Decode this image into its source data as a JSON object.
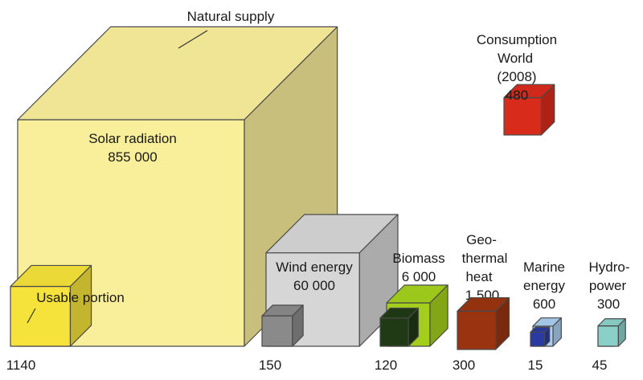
{
  "annotations": {
    "natural_supply": "Natural supply",
    "usable_portion": "Usable portion"
  },
  "consumption": {
    "lines": [
      "Consumption",
      "World",
      "(2008)",
      "480"
    ],
    "value": 480,
    "color": "#d92b1c"
  },
  "sources": [
    {
      "id": "solar",
      "label_lines": [
        "Solar radiation",
        "855 000"
      ],
      "supply": 855000,
      "usable": 1140,
      "usable_label": "1140",
      "color": "#f9ef9a",
      "usable_color": "#f5e23a"
    },
    {
      "id": "wind",
      "label_lines": [
        "Wind energy",
        "60 000"
      ],
      "supply": 60000,
      "usable": 150,
      "usable_label": "150",
      "color": "#d6d6d6",
      "usable_color": "#8a8a8a"
    },
    {
      "id": "biomass",
      "label_lines": [
        "Biomass",
        "6 000"
      ],
      "supply": 6000,
      "usable": 120,
      "usable_label": "120",
      "color": "#a3cf1c",
      "usable_color": "#1f3a14"
    },
    {
      "id": "geothermal",
      "label_lines": [
        "Geo-",
        "thermal",
        "heat",
        "1 500"
      ],
      "supply": 1500,
      "usable": 300,
      "usable_label": "300",
      "color": "#ee6a12",
      "usable_color": "#9a3310"
    },
    {
      "id": "marine",
      "label_lines": [
        "Marine",
        "energy",
        "600"
      ],
      "supply": 600,
      "usable": 15,
      "usable_label": "15",
      "color": "#aacdf0",
      "usable_color": "#2a3aa0"
    },
    {
      "id": "hydro",
      "label_lines": [
        "Hydro-",
        "power",
        "300"
      ],
      "supply": 300,
      "usable": 45,
      "usable_label": "45",
      "color": "#dcf5f3",
      "usable_color": "#8ad0c8"
    }
  ]
}
